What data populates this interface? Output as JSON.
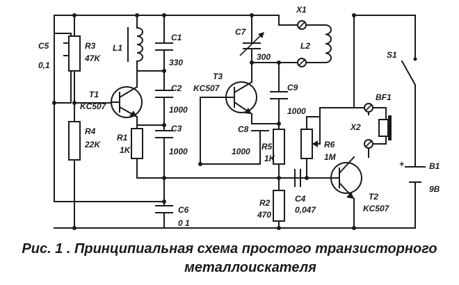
{
  "components": {
    "C5": {
      "ref": "C5",
      "value": "0,1"
    },
    "R3": {
      "ref": "R3",
      "value": "47K"
    },
    "R4": {
      "ref": "R4",
      "value": "22K"
    },
    "T1": {
      "ref": "T1",
      "value": "KC507"
    },
    "L1": {
      "ref": "L1"
    },
    "C1": {
      "ref": "C1",
      "value": "330"
    },
    "C2": {
      "ref": "C2",
      "value": "1000"
    },
    "C3": {
      "ref": "C3",
      "value": "1000"
    },
    "R1": {
      "ref": "R1",
      "value": "1K"
    },
    "C6": {
      "ref": "C6",
      "value": "0 1"
    },
    "T3": {
      "ref": "T3",
      "value": "KC507"
    },
    "C7": {
      "ref": "C7",
      "value": "300"
    },
    "C8": {
      "ref": "C8",
      "value": "1000"
    },
    "C9": {
      "ref": "C9",
      "value": "1000"
    },
    "R5": {
      "ref": "R5",
      "value": "1K"
    },
    "R2": {
      "ref": "R2",
      "value": "470"
    },
    "C4": {
      "ref": "C4",
      "value": "0,047"
    },
    "R6": {
      "ref": "R6",
      "value": "1M"
    },
    "L2": {
      "ref": "L2"
    },
    "X1": {
      "ref": "X1"
    },
    "X2": {
      "ref": "X2"
    },
    "BF1": {
      "ref": "BF1"
    },
    "T2": {
      "ref": "T2",
      "value": "KC507"
    },
    "S1": {
      "ref": "S1"
    },
    "B1": {
      "ref": "B1",
      "value": "9B",
      "polarity": "+"
    }
  },
  "caption": {
    "line1": "Рис. 1 . Принципиальная схема простого транзисторного",
    "line2": "металлоискателя"
  }
}
